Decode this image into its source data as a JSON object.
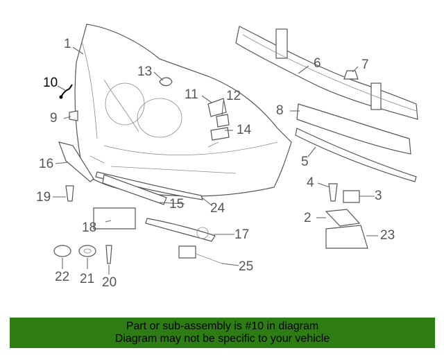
{
  "callouts": {
    "c1": "1",
    "c2": "2",
    "c3": "3",
    "c4": "4",
    "c5": "5",
    "c6": "6",
    "c7": "7",
    "c8": "8",
    "c9": "9",
    "c10": "10",
    "c11": "11",
    "c12": "12",
    "c13": "13",
    "c14": "14",
    "c15": "15",
    "c16": "16",
    "c17": "17",
    "c18": "18",
    "c19": "19",
    "c20": "20",
    "c21": "21",
    "c22": "22",
    "c23": "23",
    "c24": "24",
    "c25": "25"
  },
  "highlighted_part": "10",
  "banner": {
    "line1": "Part or sub-assembly is #10 in diagram",
    "line2": "Diagram may not be specific to your vehicle",
    "color": "#2e7d14"
  }
}
